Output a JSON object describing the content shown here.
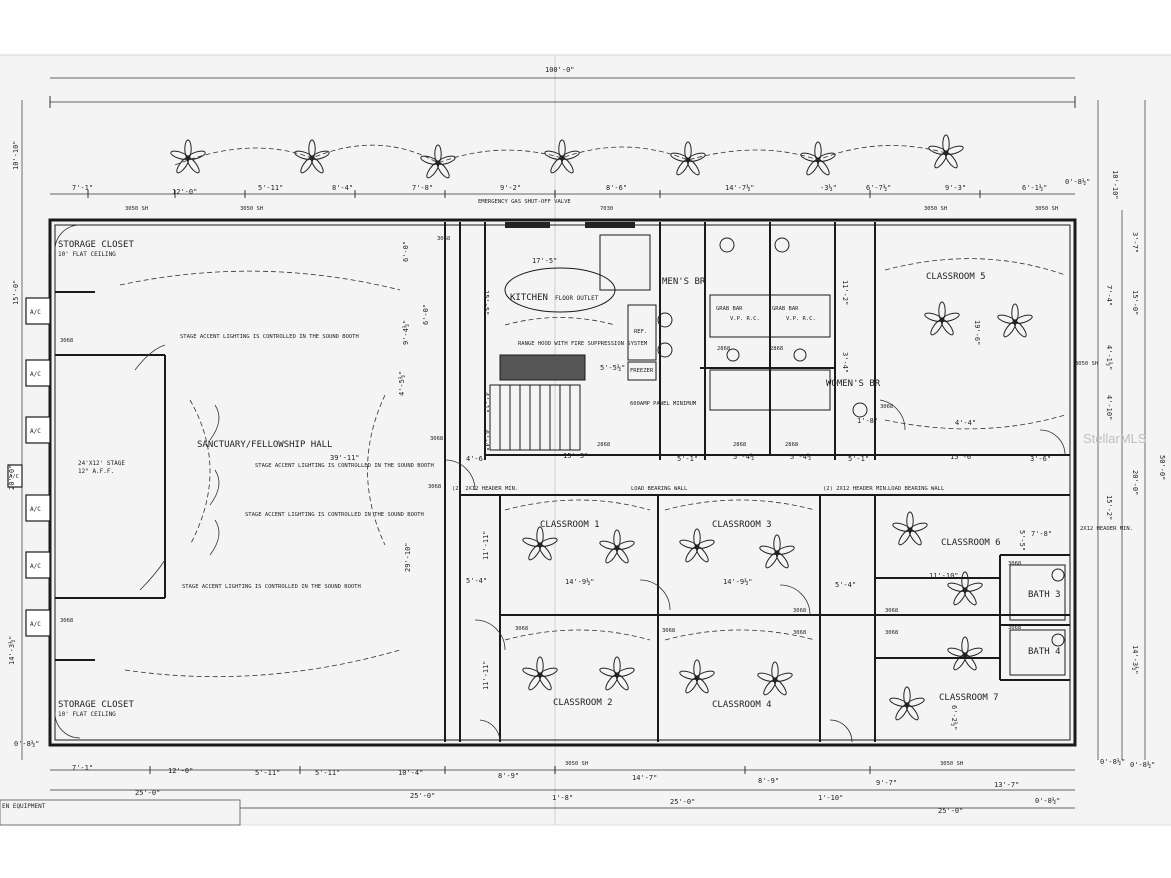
{
  "watermark": "StellarMLS",
  "legend_label": "EN EQUIPMENT",
  "rooms": {
    "storage_closet_top": "STORAGE CLOSET",
    "storage_closet_top_note": "10' FLAT CEILING",
    "storage_closet_bottom": "STORAGE CLOSET",
    "storage_closet_bottom_note": "10' FLAT CEILING",
    "sanctuary": "SANCTUARY/FELLOWSHIP HALL",
    "stage": "24'X12' STAGE",
    "stage_note": "12\" A.F.F.",
    "kitchen": "KITCHEN",
    "floor_outlet": "FLOOR OUTLET",
    "mens_br": "MEN'S BR",
    "womens_br": "WOMEN'S BR",
    "classroom1": "CLASSROOM 1",
    "classroom2": "CLASSROOM 2",
    "classroom3": "CLASSROOM 3",
    "classroom4": "CLASSROOM 4",
    "classroom5": "CLASSROOM 5",
    "classroom6": "CLASSROOM 6",
    "classroom7": "CLASSROOM 7",
    "bath3": "BATH 3",
    "bath4": "BATH 4",
    "freezer": "FREEZER",
    "ref": "REF.",
    "panel": "600AMP PANEL MINIMUM",
    "range_hood": "RANGE HOOD WITH FIRE SUPPRESSION SYSTEM",
    "emergency_gas": "EMERGENCY GAS SHUT-OFF VALVE",
    "load_bearing_1": "LOAD BEARING WALL",
    "load_bearing_2": "LOAD BEARING WALL",
    "header_1": "(2) 2X12 HEADER MIN.",
    "header_2": "(2) 2X12 HEADER MIN.",
    "header_3": "2X12 HEADER MIN.",
    "grab_bar_1": "GRAB BAR",
    "grab_bar_2": "GRAB BAR",
    "vpr_1": "V.P. R.C.",
    "vpr_2": "V.P. R.C."
  },
  "stage_notes": [
    "STAGE ACCENT LIGHTING IS CONTROLLED IN THE SOUND BOOTH",
    "STAGE ACCENT LIGHTING IS CONTROLLED IN THE SOUND BOOTH",
    "STAGE ACCENT LIGHTING IS CONTROLLED IN THE SOUND BOOTH",
    "STAGE ACCENT LIGHTING IS CONTROLLED IN THE SOUND BOOTH"
  ],
  "ac_units": [
    "A/C",
    "A/C",
    "A/C",
    "A/C",
    "A/C",
    "A/C",
    "A/C"
  ],
  "doors": [
    "3068",
    "3068",
    "3068",
    "3068",
    "3068",
    "3068",
    "3068",
    "3068",
    "3068",
    "3068",
    "3068",
    "3068",
    "3068",
    "3068",
    "2868",
    "2868",
    "2868",
    "2868",
    "2868"
  ],
  "windows": [
    "3050 SH",
    "3050 SH",
    "3050 SH",
    "3050 SH",
    "3050 SH",
    "3050 SH",
    "3050 SH",
    "7030"
  ],
  "dimensions_top": {
    "overall": "100'-0\"",
    "segments": [
      "7'-1\"",
      "12'-0\"",
      "5'-11\"",
      "8'-4\"",
      "7'-8\"",
      "9'-2\"",
      "8'-6\"",
      "14'-7½\"",
      "-3½\"",
      "6'-7½\"",
      "9'-3\"",
      "6'-1½\"",
      "0'-8½\""
    ]
  },
  "dimensions_bottom": {
    "row1": [
      "7'-1\"",
      "12'-0\"",
      "5'-11\"",
      "5'-11\"",
      "10'-4\"",
      "8'-9\"",
      "14'-7\"",
      "8'-9\"",
      "9'-7\"",
      "13'-7\""
    ],
    "row2": [
      "25'-0\"",
      "25'-0\"",
      "1'-8\"",
      "25'-0\"",
      "1'-10\"",
      "25'-0\""
    ],
    "corner": "0'-8½\"",
    "corner2": "0'-8½\""
  },
  "dimensions_left": [
    "10'-10\"",
    "15'-0\"",
    "20'-0\"",
    "14'-3½\"",
    "0'-8½\""
  ],
  "dimensions_right": [
    "10'-10\"",
    "3'-7\"",
    "7'-4\"",
    "15'-0\"",
    "4'-1½\"",
    "4'-10\"",
    "50'-0\"",
    "20'-0\"",
    "15'-2\"",
    "14'-3½\"",
    "0'-8½\""
  ],
  "dimensions_interior": [
    "39'-11\"",
    "29'-10\"",
    "11'-11\"",
    "11'-11\"",
    "5'-4\"",
    "14'-9½\"",
    "14'-9½\"",
    "5'-4\"",
    "11'-10\"",
    "7'-8\"",
    "5'-5\"",
    "6'-2½\"",
    "15'-3\"",
    "5'-1\"",
    "5'-4½\"",
    "5'-4½\"",
    "5'-1\"",
    "15'-6\"",
    "3'-6\"",
    "19'-6\"",
    "4'-4\"",
    "11'-2\"",
    "3'-4\"",
    "1'-8\"",
    "17'-5\"",
    "15'-5\"",
    "5'-5½\"",
    "4'-1\"",
    "6'-4\"",
    "4'-6\"",
    "4'-5½\"",
    "9'-4½\"",
    "6'-0\"",
    "6'-0\""
  ]
}
